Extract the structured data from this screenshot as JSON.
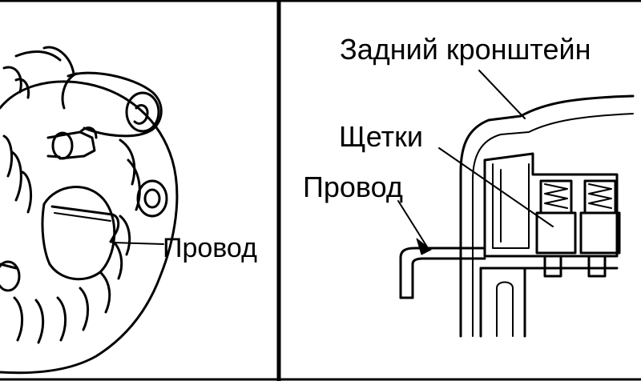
{
  "labels": {
    "left_wire": "Провод",
    "rear_bracket": "Задний кронштейн",
    "brushes": "Щетки",
    "right_wire": "Провод"
  },
  "colors": {
    "ink": "#000000",
    "paper": "#ffffff"
  }
}
